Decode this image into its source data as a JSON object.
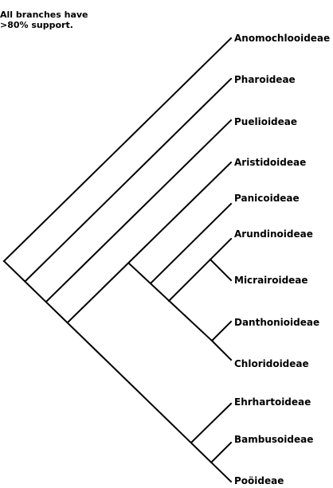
{
  "note": {
    "line1": "All branches have",
    "line2": ">80% support."
  },
  "taxa": {
    "anomochlooideae": "Anomochlooideae",
    "pharoideae": "Pharoideae",
    "puelioideae": "Puelioideae",
    "aristidoideae": "Aristidoideae",
    "panicoideae": "Panicoideae",
    "arundinoideae": "Arundinoideae",
    "micrairoideae": "Micrairoideae",
    "danthonioideae": "Danthonioideae",
    "chloridoideae": "Chloridoideae",
    "ehrhartoideae": "Ehrhartoideae",
    "bambusoideae": "Bambusoideae",
    "pooideae": "Poöideae"
  }
}
